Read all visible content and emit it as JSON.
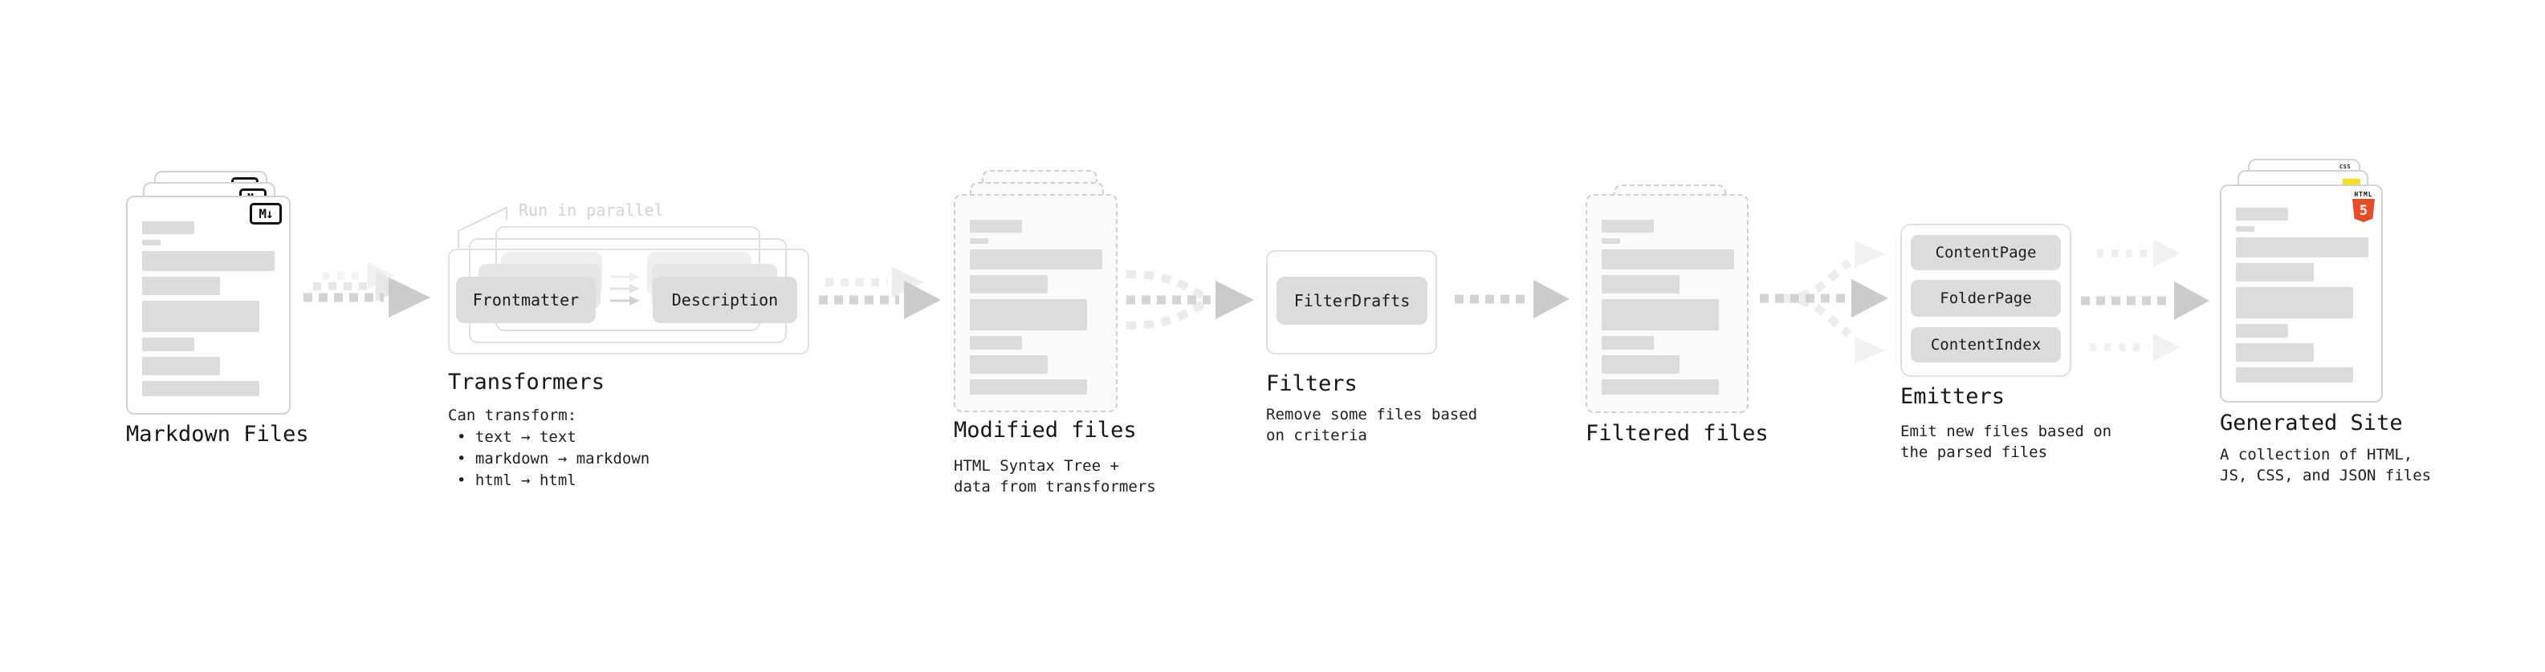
{
  "colors": {
    "heading_text": "#161616",
    "body_text": "#202020",
    "annotation_text": "#d2d2d2",
    "card_border": "#d2d2d2",
    "dashed_card_border": "#cfcfcf",
    "placeholder_bar": "#dbdbdb",
    "pill_fill": "#dcdcdc",
    "arrow_strong": "#d3d3d3",
    "arrow_faint": "#ececec",
    "markdown_badge": "#111111",
    "html5_orange": "#e44d26",
    "js_yellow": "#f7df1e",
    "css_blue": "#2965f1"
  },
  "stages": {
    "markdown": {
      "label": "Markdown Files",
      "badge": "M↓"
    },
    "transformers": {
      "annotation": "Run in parallel",
      "pill_left": "Frontmatter",
      "pill_right": "Description",
      "title": "Transformers",
      "desc_heading": "Can transform:",
      "bullets": [
        "• text → text",
        "• markdown → markdown",
        "• html → html"
      ]
    },
    "modified": {
      "title": "Modified files",
      "desc_line1": "HTML Syntax Tree +",
      "desc_line2": "data from transformers"
    },
    "filters": {
      "title": "Filters",
      "pill": "FilterDrafts",
      "desc_line1": "Remove some files based",
      "desc_line2": "on criteria"
    },
    "filtered": {
      "title": "Filtered files"
    },
    "emitters": {
      "title": "Emitters",
      "pills": [
        "ContentPage",
        "FolderPage",
        "ContentIndex"
      ],
      "desc_line1": "Emit new files based on",
      "desc_line2": "the parsed files"
    },
    "generated": {
      "title": "Generated Site",
      "desc_line1": "A collection of HTML,",
      "desc_line2": "JS, CSS, and JSON files",
      "html_badge_word": "HTML",
      "html_badge_number": "5",
      "css_badge_word": "CSS"
    }
  }
}
